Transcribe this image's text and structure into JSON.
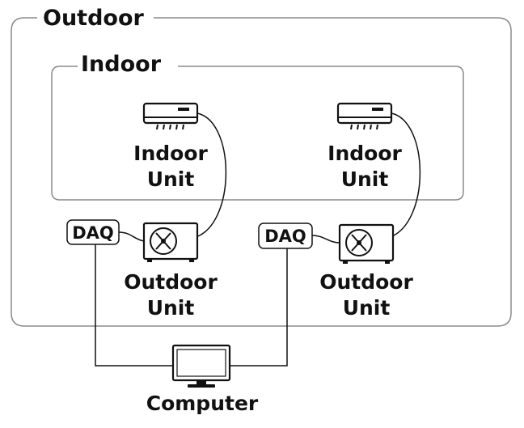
{
  "groups": {
    "outdoor_title": "Outdoor",
    "indoor_title": "Indoor"
  },
  "indoor_units": [
    {
      "line1": "Indoor",
      "line2": "Unit"
    },
    {
      "line1": "Indoor",
      "line2": "Unit"
    }
  ],
  "outdoor_units": [
    {
      "line1": "Outdoor",
      "line2": "Unit"
    },
    {
      "line1": "Outdoor",
      "line2": "Unit"
    }
  ],
  "daq": [
    {
      "label": "DAQ"
    },
    {
      "label": "DAQ"
    }
  ],
  "computer": {
    "label": "Computer"
  }
}
